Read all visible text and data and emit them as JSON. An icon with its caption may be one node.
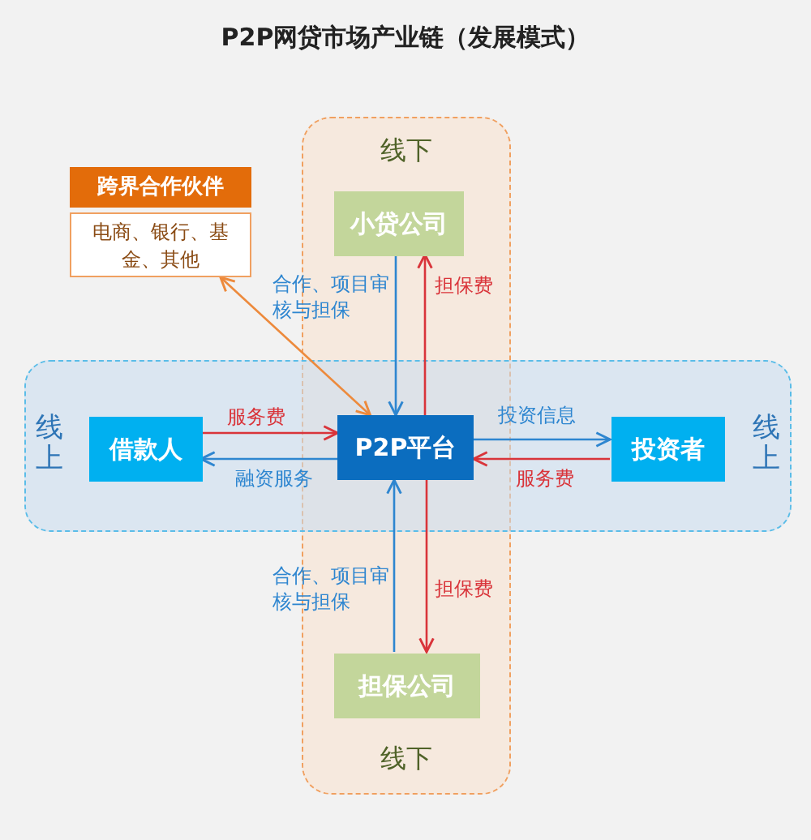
{
  "diagram": {
    "title": "P2P网贷市场产业链（发展模式）",
    "nodes": [
      {
        "text": [
          "线下",
          "线下"
        ]
      },
      {
        "text": [
          "线上",
          "线上"
        ]
      },
      {
        "text": [
          "跨界合作伙伴",
          "电商、银行、基金、其他"
        ]
      },
      {
        "text": [
          "小贷公司"
        ],
        "in": 0
      },
      {
        "text": [
          "借款人"
        ],
        "in": 1
      },
      {
        "text": [
          "P2P平台"
        ]
      },
      {
        "text": [
          "投资者"
        ],
        "in": 1
      },
      {
        "text": [
          "担保公司"
        ],
        "in": 0
      }
    ],
    "edges": [
      {
        "from": 3,
        "to": 5,
        "arrow": "to",
        "label": "合作、项目审核与担保",
        "color": "#2e86d0"
      },
      {
        "from": 5,
        "to": 3,
        "arrow": "to",
        "label": "担保费",
        "color": "#d9343a"
      },
      {
        "from": 5,
        "to": 2,
        "arrow": "both",
        "color": "#ed8a3c"
      },
      {
        "from": 4,
        "to": 5,
        "arrow": "to",
        "label": "服务费",
        "color": "#d9343a"
      },
      {
        "from": 5,
        "to": 4,
        "arrow": "to",
        "label": "融资服务",
        "color": "#2e86d0"
      },
      {
        "from": 5,
        "to": 6,
        "arrow": "to",
        "label": "投资信息",
        "color": "#2e86d0"
      },
      {
        "from": 6,
        "to": 5,
        "arrow": "to",
        "label": "服务费",
        "color": "#d9343a"
      },
      {
        "from": 7,
        "to": 5,
        "arrow": "to",
        "label": "合作、项目审核与担保",
        "color": "#2e86d0"
      },
      {
        "from": 5,
        "to": 7,
        "arrow": "to",
        "label": "担保费",
        "color": "#d9343a"
      }
    ]
  }
}
